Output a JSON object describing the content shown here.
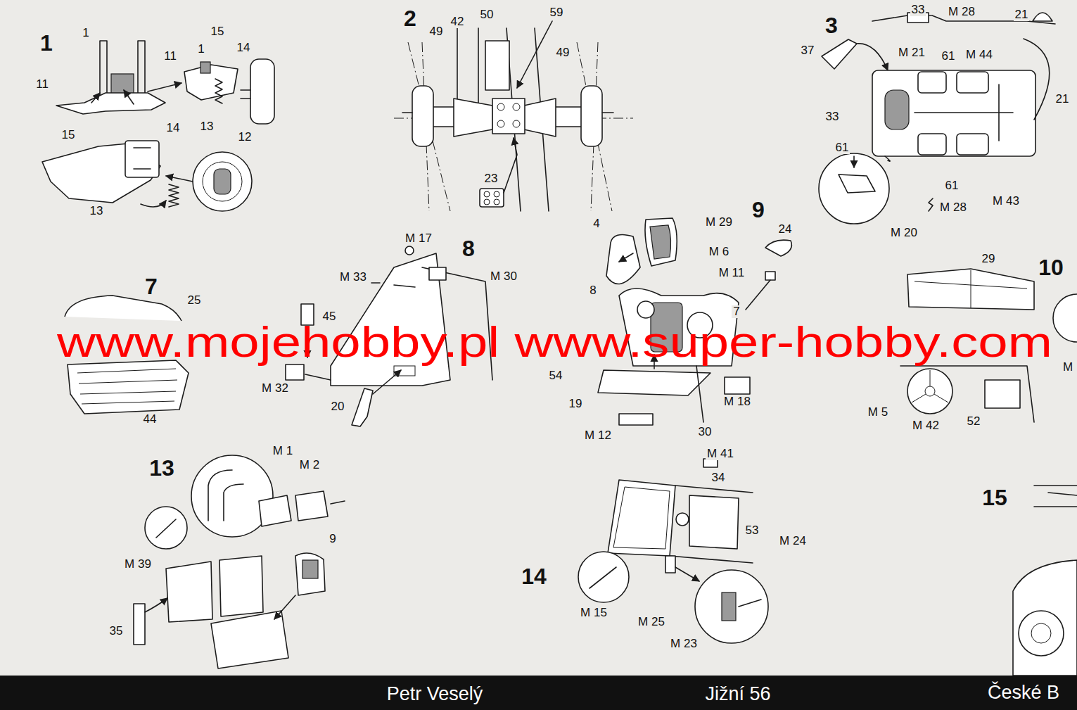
{
  "diagram": {
    "labels": [
      "1",
      "1",
      "15",
      "11",
      "1",
      "14",
      "11",
      "13",
      "15",
      "14",
      "12",
      "13",
      "2",
      "49",
      "42",
      "50",
      "59",
      "49",
      "23",
      "33",
      "M 28",
      "21",
      "3",
      "37",
      "M 21",
      "61",
      "M 44",
      "21",
      "33",
      "61",
      "61",
      "M 28",
      "M 43",
      "M 20",
      "7",
      "25",
      "44",
      "M 17",
      "8",
      "M 33",
      "M 30",
      "45",
      "M 32",
      "20",
      "9",
      "M 29",
      "24",
      "4",
      "M 6",
      "M 11",
      "8",
      "7",
      "54",
      "19",
      "M 18",
      "M 12",
      "30",
      "29",
      "10",
      "M 5",
      "M 42",
      "52",
      "M",
      "13",
      "M 1",
      "M 2",
      "9",
      "M 39",
      "35",
      "M 41",
      "34",
      "53",
      "M 24",
      "14",
      "M 15",
      "M 25",
      "M 23",
      "15",
      "www.mojehobby.pl www.super-hobby.com",
      "Petr Veselý",
      "Jižní 56",
      "České B"
    ]
  }
}
